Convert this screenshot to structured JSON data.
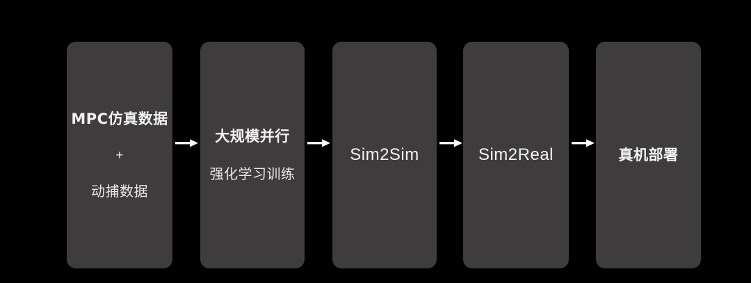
{
  "diagram": {
    "title": "Robot learning pipeline flow diagram",
    "background_color": "#010101",
    "box_color": "#3e3c3c",
    "text_color": "#f2f2f2",
    "arrow_color": "#ffffff",
    "stages": [
      {
        "id": "stage-1",
        "lines": [
          {
            "text": "MPC仿真数据",
            "style": "cjk-bold"
          },
          {
            "text": "+",
            "style": "plus"
          },
          {
            "text": "动捕数据",
            "style": "cjk-regular"
          }
        ]
      },
      {
        "id": "stage-2",
        "lines": [
          {
            "text": "大规模并行",
            "style": "cjk-bold"
          },
          {
            "text": "强化学习训练",
            "style": "cjk-regular"
          }
        ]
      },
      {
        "id": "stage-3",
        "lines": [
          {
            "text": "Sim2Sim",
            "style": "latin"
          }
        ]
      },
      {
        "id": "stage-4",
        "lines": [
          {
            "text": "Sim2Real",
            "style": "latin"
          }
        ]
      },
      {
        "id": "stage-5",
        "lines": [
          {
            "text": "真机部署",
            "style": "cjk-bold"
          }
        ]
      }
    ],
    "connectors": [
      {
        "id": "arrow-1",
        "from": "stage-1",
        "to": "stage-2",
        "icon": "arrow-right-icon"
      },
      {
        "id": "arrow-2",
        "from": "stage-2",
        "to": "stage-3",
        "icon": "arrow-right-icon"
      },
      {
        "id": "arrow-3",
        "from": "stage-3",
        "to": "stage-4",
        "icon": "arrow-right-icon"
      },
      {
        "id": "arrow-4",
        "from": "stage-4",
        "to": "stage-5",
        "icon": "arrow-right-icon"
      }
    ]
  }
}
